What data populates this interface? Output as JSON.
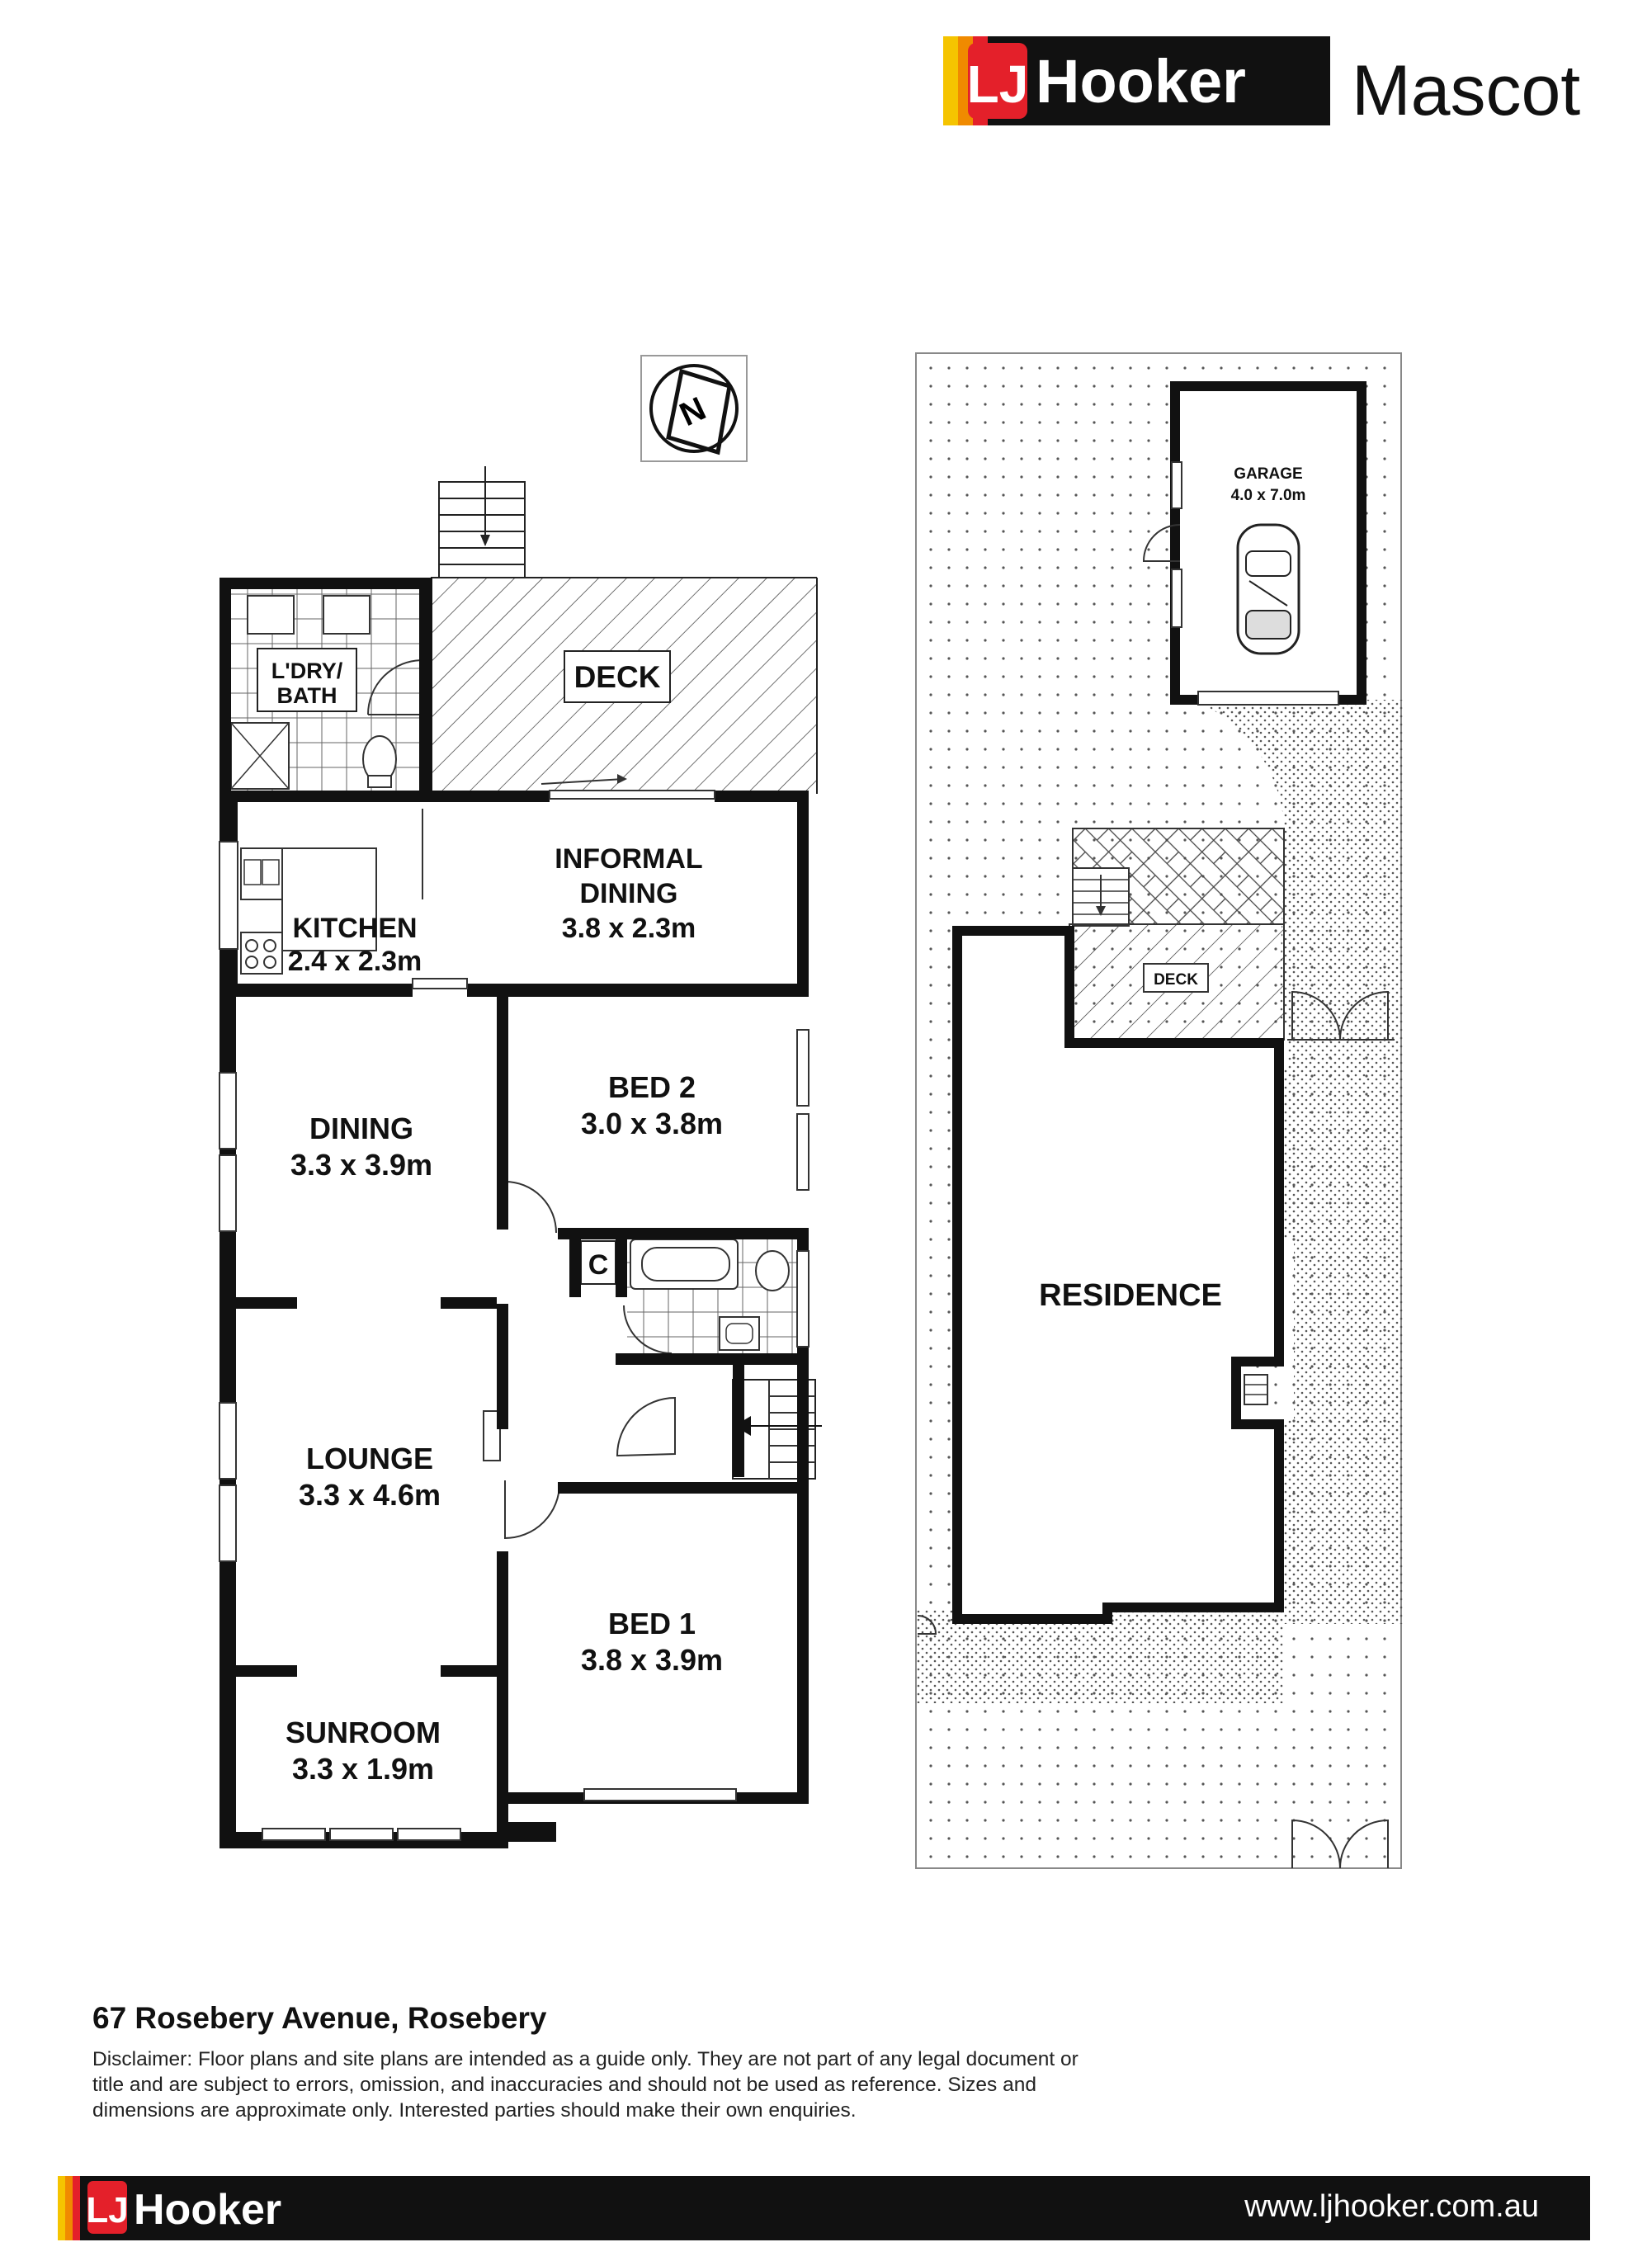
{
  "brand": {
    "logo_prefix": "LJ",
    "logo_name": "Hooker",
    "office": "Mascot",
    "website": "www.ljhooker.com.au",
    "colors": {
      "black": "#111111",
      "yellow": "#f5c400",
      "orange": "#f08a00",
      "red": "#e4202a"
    }
  },
  "floorplan": {
    "rooms": [
      {
        "id": "deck",
        "name": "DECK",
        "size": ""
      },
      {
        "id": "laundry-bath",
        "name": "L'DRY/",
        "name2": "BATH",
        "size": ""
      },
      {
        "id": "informal-dining",
        "name": "INFORMAL",
        "name2": "DINING",
        "size": "3.8 x 2.3m"
      },
      {
        "id": "kitchen",
        "name": "KITCHEN",
        "size": "2.4 x 2.3m"
      },
      {
        "id": "dining",
        "name": "DINING",
        "size": "3.3 x 3.9m"
      },
      {
        "id": "bed-2",
        "name": "BED 2",
        "size": "3.0 x 3.8m"
      },
      {
        "id": "lounge",
        "name": "LOUNGE",
        "size": "3.3 x 4.6m"
      },
      {
        "id": "bed-1",
        "name": "BED 1",
        "size": "3.8 x 3.9m"
      },
      {
        "id": "sunroom",
        "name": "SUNROOM",
        "size": "3.3 x 1.9m"
      }
    ],
    "cupboard_label": "C",
    "compass_label": "N"
  },
  "siteplan": {
    "garage_label": "GARAGE",
    "garage_size": "4.0 x 7.0m",
    "deck_label": "DECK",
    "residence_label": "RESIDENCE"
  },
  "footer": {
    "address": "67 Rosebery Avenue, Rosebery",
    "disclaimer": "Disclaimer: Floor plans and site plans are intended as a guide only. They are not part of any legal document or title and are subject to errors, omission, and inaccuracies and should not be used as reference. Sizes and dimensions are approximate only. Interested parties should make their own enquiries."
  }
}
